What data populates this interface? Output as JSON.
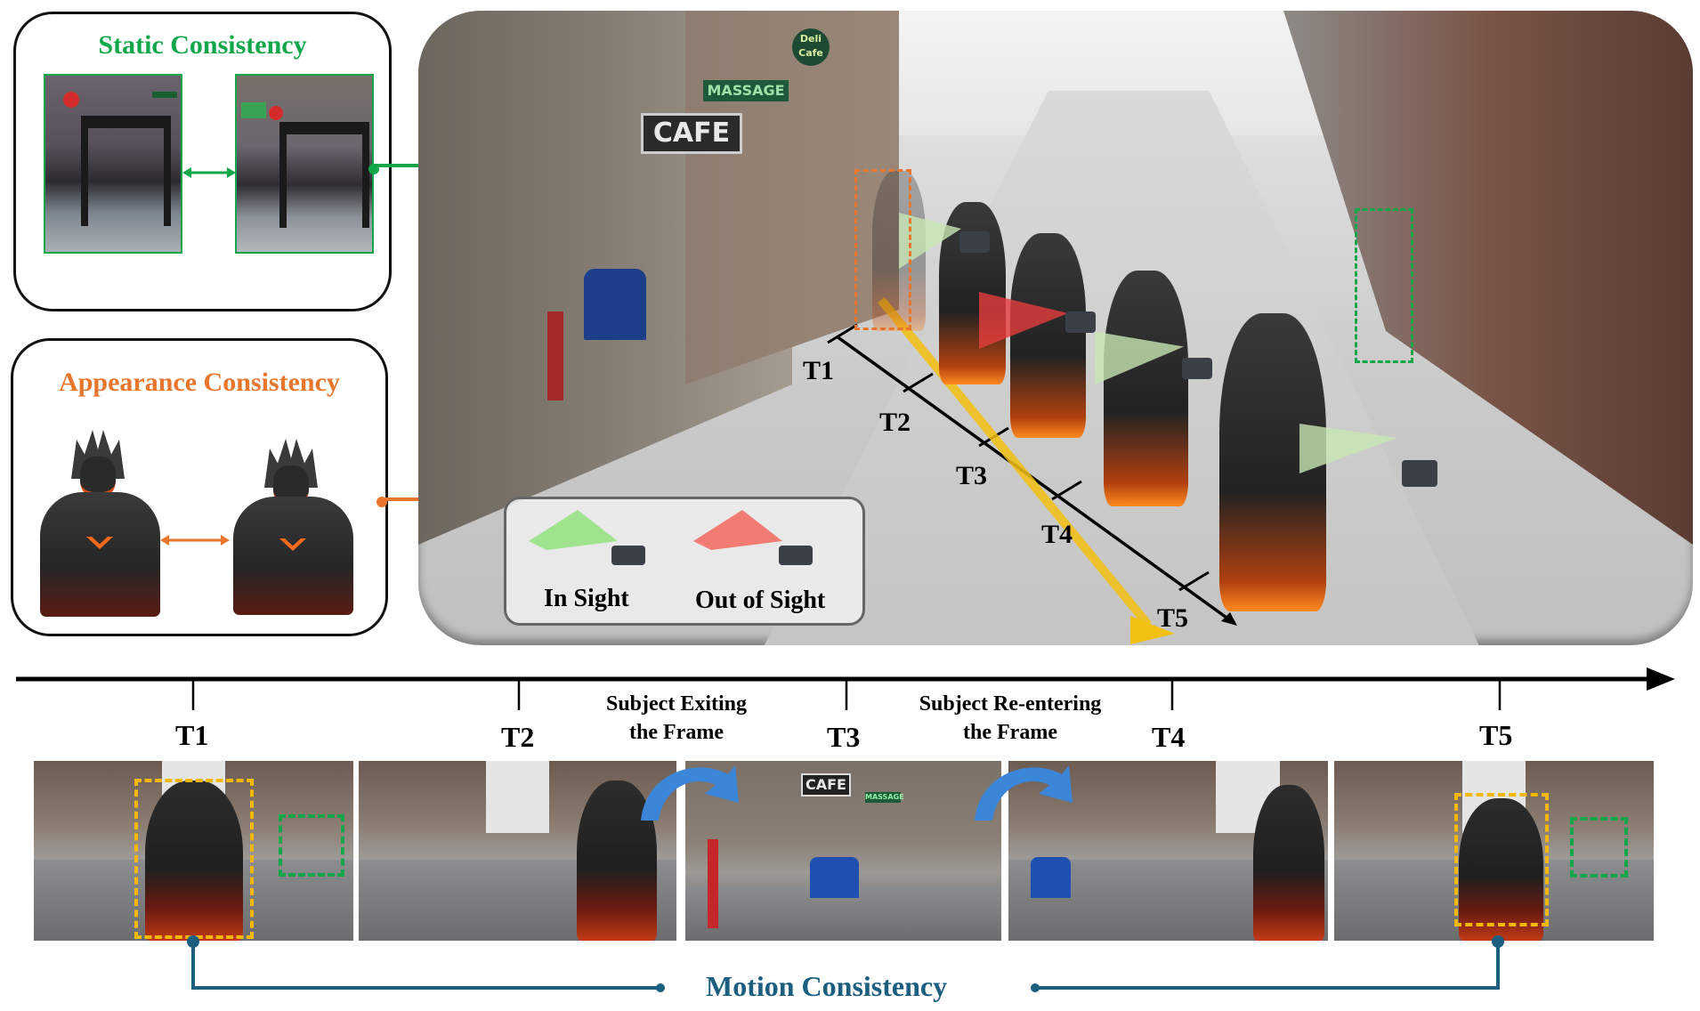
{
  "panels": {
    "static": {
      "title": "Static Consistency",
      "color": "#12a64a"
    },
    "appearance": {
      "title": "Appearance Consistency",
      "color": "#e8762d"
    }
  },
  "scene": {
    "signs": {
      "cafe": "CAFE",
      "massage": "MASSAGE",
      "deli": "Deli Cafe"
    },
    "trajectory_labels": [
      "T1",
      "T2",
      "T3",
      "T4",
      "T5"
    ],
    "legend": {
      "in_sight": {
        "label": "In Sight",
        "color": "#9fe38f"
      },
      "out_of_sight": {
        "label": "Out of Sight",
        "color": "#f27b73"
      }
    }
  },
  "timeline": {
    "ticks": [
      "T1",
      "T2",
      "T3",
      "T4",
      "T5"
    ],
    "events": [
      {
        "line1": "Subject Exiting",
        "line2": "the Frame"
      },
      {
        "line1": "Subject Re-entering",
        "line2": "the Frame"
      }
    ],
    "frame_signs": {
      "cafe": "CAFE",
      "massage": "MASSAGE"
    }
  },
  "motion": {
    "label": "Motion Consistency",
    "color": "#1b5e80"
  },
  "colors": {
    "static_green": "#12a64a",
    "appearance_orange": "#e8762d",
    "motion_blue": "#1b5e80",
    "bbox_yellow": "#f5b800",
    "arrow_blue": "#3b86d8"
  }
}
